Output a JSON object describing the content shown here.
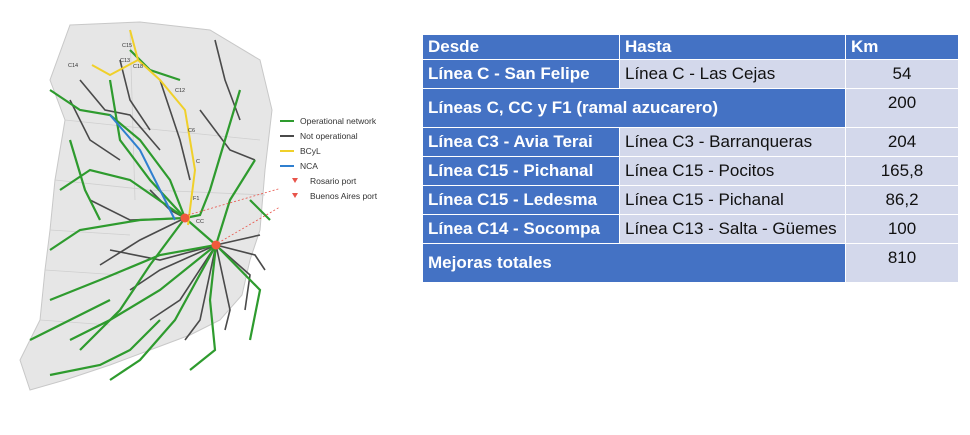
{
  "map": {
    "legend": [
      {
        "label": "Operational network",
        "color": "#2e9b2e",
        "kind": "line"
      },
      {
        "label": "Not operational",
        "color": "#4a4a4a",
        "kind": "line"
      },
      {
        "label": "BCyL",
        "color": "#f0d02a",
        "kind": "line"
      },
      {
        "label": "NCA",
        "color": "#2f7fcf",
        "kind": "line"
      },
      {
        "label": "Rosario port",
        "color": "#e8544a",
        "kind": "marker"
      },
      {
        "label": "Buenos Aires port",
        "color": "#e8544a",
        "kind": "marker"
      }
    ],
    "line_labels": [
      "C14",
      "C15",
      "C13",
      "C18",
      "C12",
      "C6",
      "C",
      "F1",
      "CC"
    ]
  },
  "table": {
    "headers": [
      "Desde",
      "Hasta",
      "Km"
    ],
    "rows": [
      {
        "desde": "Línea C - San Felipe",
        "hasta": "Línea C - Las Cejas",
        "km": "54"
      },
      {
        "merged": "Líneas C, CC y F1 (ramal azucarero)",
        "km": "200"
      },
      {
        "desde": "Línea C3 - Avia Terai",
        "hasta": "Línea C3 - Barranqueras",
        "km": "204"
      },
      {
        "desde": "Línea C15 - Pichanal",
        "hasta": "Línea C15 - Pocitos",
        "km": "165,8"
      },
      {
        "desde": "Línea C15 - Ledesma",
        "hasta": "Línea C15 - Pichanal",
        "km": "86,2"
      },
      {
        "desde": "Línea C14 - Socompa",
        "hasta": "Línea C13 - Salta - Güemes",
        "km": "100"
      },
      {
        "merged": "Mejoras totales",
        "km": "810"
      }
    ]
  }
}
